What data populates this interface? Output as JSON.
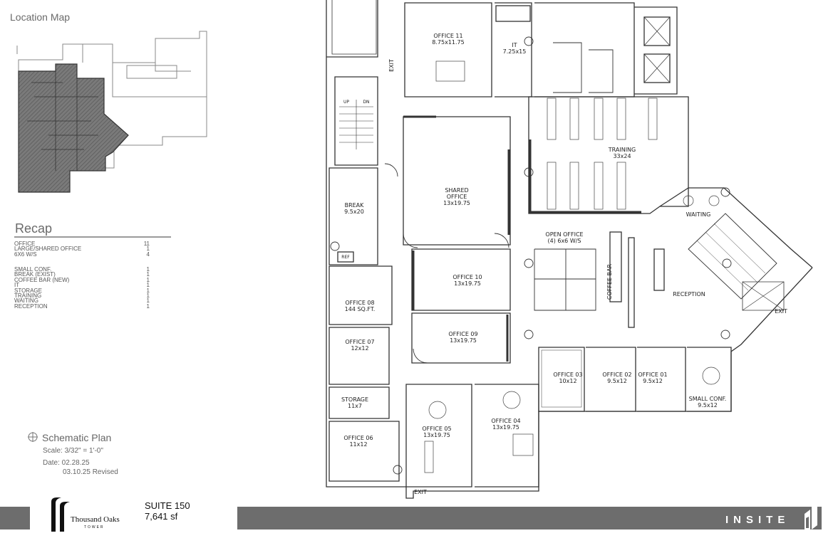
{
  "location_map": {
    "title": "Location Map"
  },
  "recap": {
    "title": "Recap",
    "group_a": [
      {
        "label": "OFFICE",
        "count": "11"
      },
      {
        "label": "LARGE/SHARED OFFICE",
        "count": "1"
      },
      {
        "label": "6X6 W/S",
        "count": "4"
      }
    ],
    "group_b": [
      {
        "label": "SMALL CONF.",
        "count": "1"
      },
      {
        "label": "BREAK (EXIST)",
        "count": "1"
      },
      {
        "label": "COFFEE BAR (NEW)",
        "count": "1"
      },
      {
        "label": "IT",
        "count": "1"
      },
      {
        "label": "STORAGE",
        "count": "1"
      },
      {
        "label": "TRAINING",
        "count": "1"
      },
      {
        "label": "WAITING",
        "count": "1"
      },
      {
        "label": "RECEPTION",
        "count": "1"
      }
    ]
  },
  "schematic": {
    "title": "Schematic Plan",
    "scale": "Scale:  3/32\" = 1'-0\"",
    "date": "Date:  02.28.25",
    "revised": "03.10.25 Revised"
  },
  "footer": {
    "logo_name": "Thousand Oaks",
    "logo_sub": "TOWER",
    "suite": "SUITE 150",
    "area": "7,641 sf",
    "brand": "INSITE"
  },
  "plan": {
    "office_11": "OFFICE 11",
    "office_11_dim": "8.75x11.75",
    "it": "IT",
    "it_dim": "7.25x15",
    "exit_top": "EXIT",
    "up": "UP",
    "dn": "DN",
    "shared": "SHARED",
    "shared_2": "OFFICE",
    "shared_dim": "13x19.75",
    "training": "TRAINING",
    "training_dim": "33x24",
    "break": "BREAK",
    "break_dim": "9.5x20",
    "ref": "REF",
    "waiting": "WAITING",
    "open_office": "OPEN OFFICE",
    "open_office_dim": "(4) 6x6 W/S",
    "office_10": "OFFICE 10",
    "office_10_dim": "13x19.75",
    "coffee_bar": "COFFEE BAR",
    "reception": "RECEPTION",
    "exit_right": "EXIT",
    "office_08": "OFFICE 08",
    "office_08_dim": "144 SQ.FT.",
    "office_09": "OFFICE 09",
    "office_09_dim": "13x19.75",
    "office_07": "OFFICE 07",
    "office_07_dim": "12x12",
    "office_03": "OFFICE 03",
    "office_03_dim": "10x12",
    "office_02": "OFFICE 02",
    "office_02_dim": "9.5x12",
    "office_01": "OFFICE 01",
    "office_01_dim": "9.5x12",
    "small_conf": "SMALL CONF.",
    "small_conf_dim": "9.5x12",
    "storage": "STORAGE",
    "storage_dim": "11x7",
    "office_05": "OFFICE 05",
    "office_05_dim": "13x19.75",
    "office_04": "OFFICE 04",
    "office_04_dim": "13x19.75",
    "office_06": "OFFICE 06",
    "office_06_dim": "11x12",
    "exit_bottom": "EXIT"
  }
}
